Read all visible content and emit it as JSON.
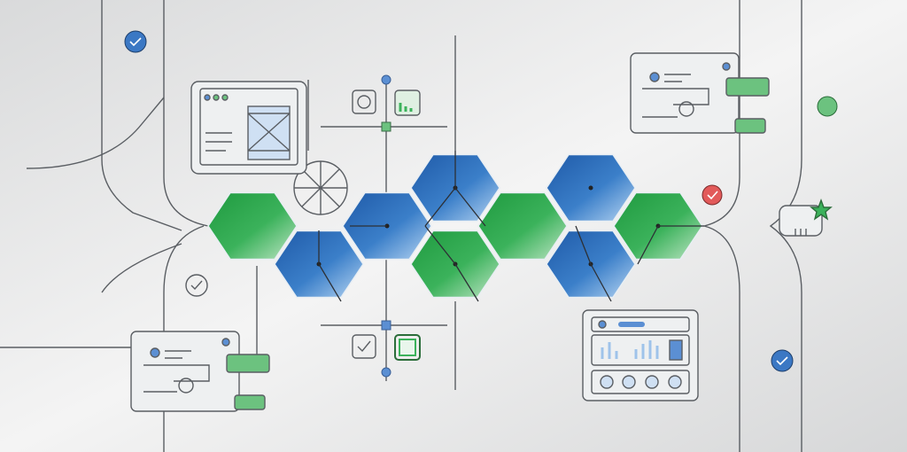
{
  "colors": {
    "background": "#ececed",
    "line": "#5a5e63",
    "blue": "#2f6db5",
    "blue_light": "#9fc3ea",
    "green": "#2fa84f",
    "green_light": "#a8dcb1",
    "check_blue": "#3b78c4",
    "alert_red": "#e25a5a",
    "accent_green": "#6cc27f"
  },
  "hexagons": [
    {
      "color": "green"
    },
    {
      "color": "blue"
    },
    {
      "color": "blue"
    },
    {
      "color": "blue"
    },
    {
      "color": "green"
    },
    {
      "color": "green"
    },
    {
      "color": "blue"
    },
    {
      "color": "blue"
    },
    {
      "color": "green"
    }
  ],
  "icons": [
    "check-circle-icon",
    "browser-window-icon",
    "chat-card-icon",
    "dashboard-card-icon",
    "star-icon",
    "wheel-icon",
    "checkbox-icon",
    "chart-tile-icon"
  ]
}
